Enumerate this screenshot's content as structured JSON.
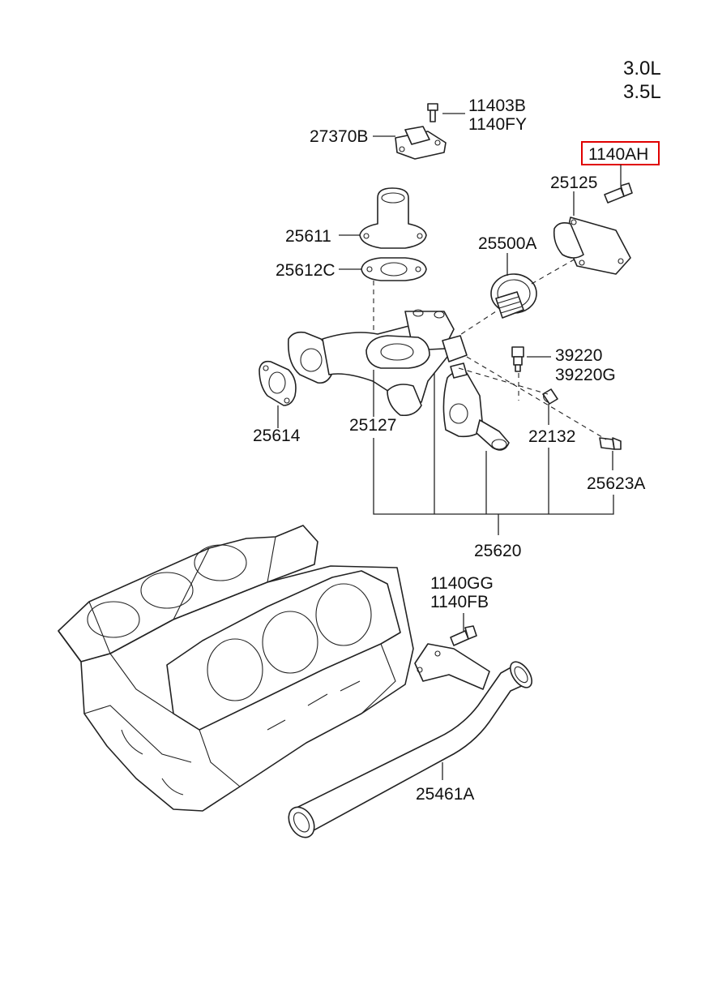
{
  "engine": {
    "line1": "3.0L",
    "line2": "3.5L"
  },
  "highlight_color": "#e00000",
  "labels": {
    "p11403B": "11403B",
    "p1140FY": "1140FY",
    "p27370B": "27370B",
    "p1140AH": "1140AH",
    "p25125": "25125",
    "p25611": "25611",
    "p25500A": "25500A",
    "p25612C": "25612C",
    "p39220": "39220",
    "p39220G": "39220G",
    "p25614": "25614",
    "p25127": "25127",
    "p22132": "22132",
    "p25623A": "25623A",
    "p25620": "25620",
    "p1140GG": "1140GG",
    "p1140FB": "1140FB",
    "p25461A": "25461A"
  }
}
